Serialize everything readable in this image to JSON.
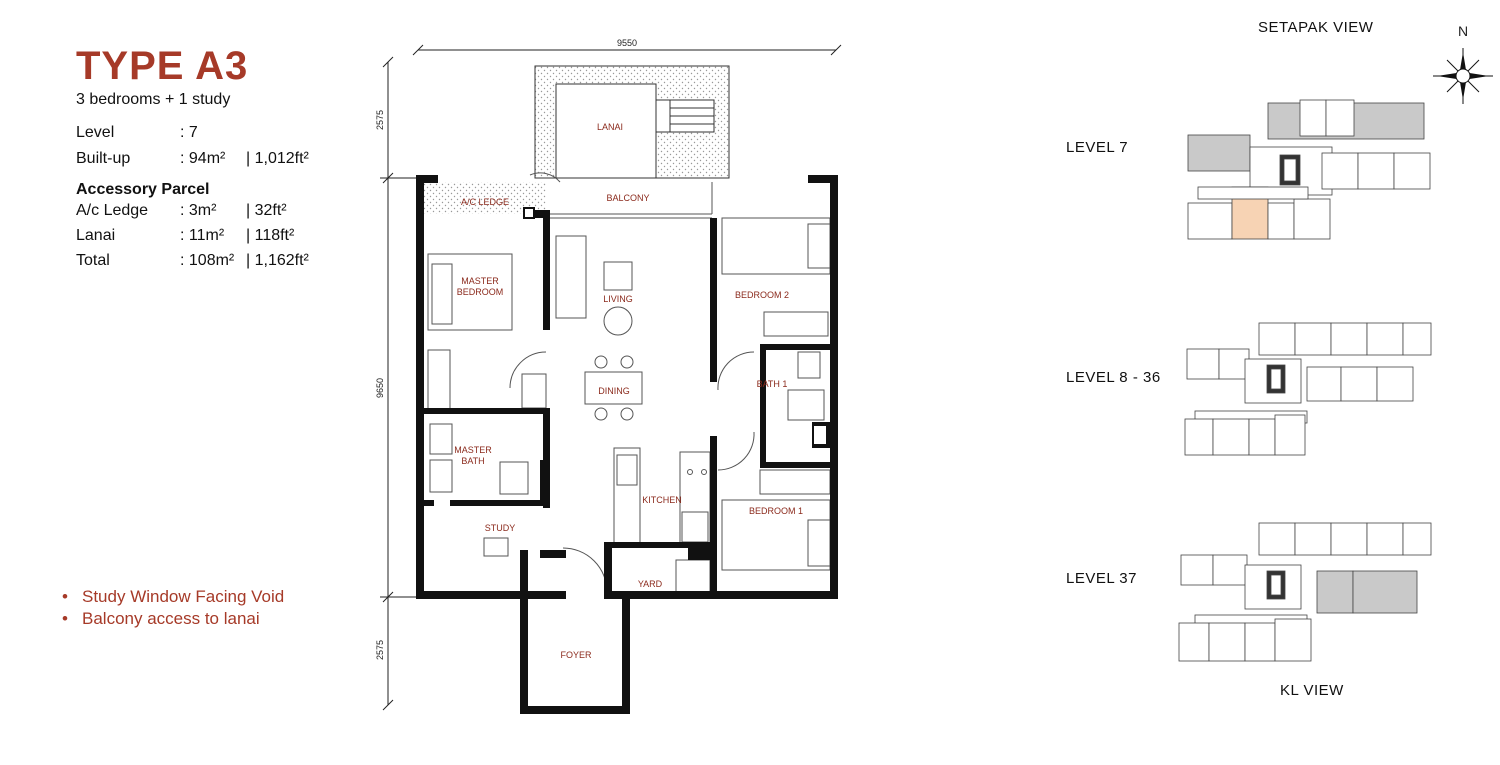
{
  "unit": {
    "title": "TYPE A3",
    "subtitle": "3 bedrooms + 1 study"
  },
  "specs": [
    {
      "key": "Level",
      "value": ": 7",
      "metric": ""
    },
    {
      "key": "Built-up",
      "value": ": 94m²",
      "metric": "| 1,012ft²"
    }
  ],
  "accessory": {
    "heading": "Accessory Parcel",
    "rows": [
      {
        "key": "A/c Ledge",
        "value": ": 3m²",
        "metric": "| 32ft²"
      },
      {
        "key": "Lanai",
        "value": ": 11m²",
        "metric": "| 118ft²"
      },
      {
        "key": "Total",
        "value": ": 108m²",
        "metric": "| 1,162ft²"
      }
    ]
  },
  "features": [
    "Study Window Facing Void",
    "Balcony access to lanai"
  ],
  "dimensions": {
    "width_top": "9550",
    "depth_lanai": "2575",
    "depth_main": "9650",
    "depth_foyer": "2575"
  },
  "rooms": {
    "lanai": "LANAI",
    "ac_ledge": "A/C LEDGE",
    "balcony": "BALCONY",
    "master_bedroom_1": "MASTER",
    "master_bedroom_2": "BEDROOM",
    "living": "LIVING",
    "bedroom2": "BEDROOM 2",
    "dining": "DINING",
    "bath1": "BATH 1",
    "master_bath_1": "MASTER",
    "master_bath_2": "BATH",
    "kitchen": "KITCHEN",
    "bedroom1": "BEDROOM 1",
    "study": "STUDY",
    "yard": "YARD",
    "foyer": "FOYER"
  },
  "key_plan": {
    "top_view": "SETAPAK VIEW",
    "bottom_view": "KL VIEW",
    "north": "N",
    "levels": [
      "LEVEL 7",
      "LEVEL 8 - 36",
      "LEVEL 37"
    ]
  },
  "colors": {
    "title": "#a63a28",
    "room_label": "#8b2a1c",
    "highlight_unit": "#f7d3b4",
    "shaded_block": "#c9c9c9"
  }
}
